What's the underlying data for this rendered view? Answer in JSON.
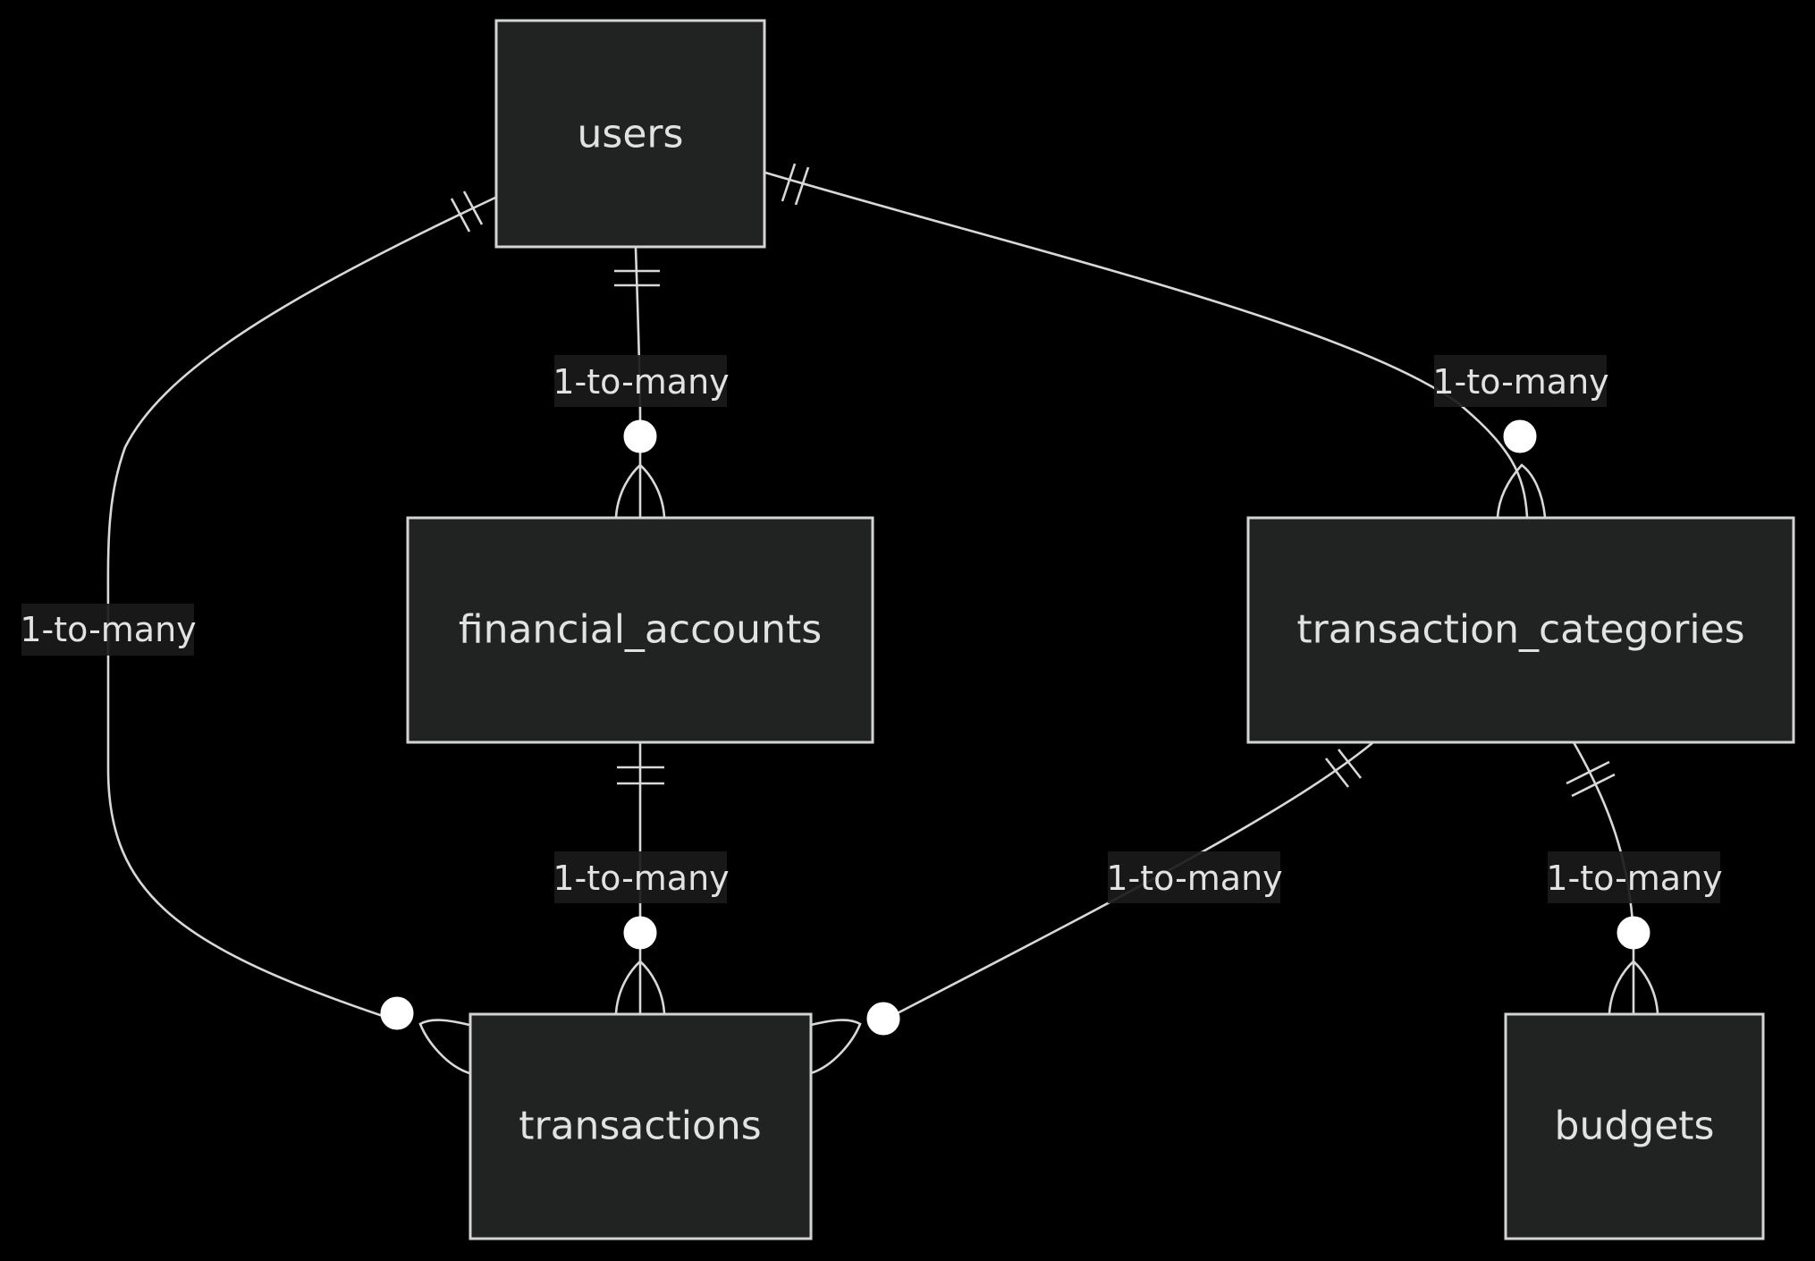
{
  "entities": {
    "users": "users",
    "financial_accounts": "financial_accounts",
    "transaction_categories": "transaction_categories",
    "transactions": "transactions",
    "budgets": "budgets"
  },
  "relationships": [
    {
      "from": "users",
      "to": "financial_accounts",
      "label": "1-to-many",
      "from_cardinality": "exactly-one",
      "to_cardinality": "zero-or-many"
    },
    {
      "from": "users",
      "to": "transaction_categories",
      "label": "1-to-many",
      "from_cardinality": "exactly-one",
      "to_cardinality": "zero-or-many"
    },
    {
      "from": "users",
      "to": "transactions",
      "label": "1-to-many",
      "from_cardinality": "exactly-one",
      "to_cardinality": "zero-or-many"
    },
    {
      "from": "financial_accounts",
      "to": "transactions",
      "label": "1-to-many",
      "from_cardinality": "exactly-one",
      "to_cardinality": "zero-or-many"
    },
    {
      "from": "transaction_categories",
      "to": "transactions",
      "label": "1-to-many",
      "from_cardinality": "exactly-one",
      "to_cardinality": "zero-or-many"
    },
    {
      "from": "transaction_categories",
      "to": "budgets",
      "label": "1-to-many",
      "from_cardinality": "exactly-one",
      "to_cardinality": "zero-or-many"
    }
  ],
  "colors": {
    "background": "#000000",
    "entity_fill": "#212322",
    "stroke": "#d4d4d4",
    "text": "#e2e2e2"
  }
}
